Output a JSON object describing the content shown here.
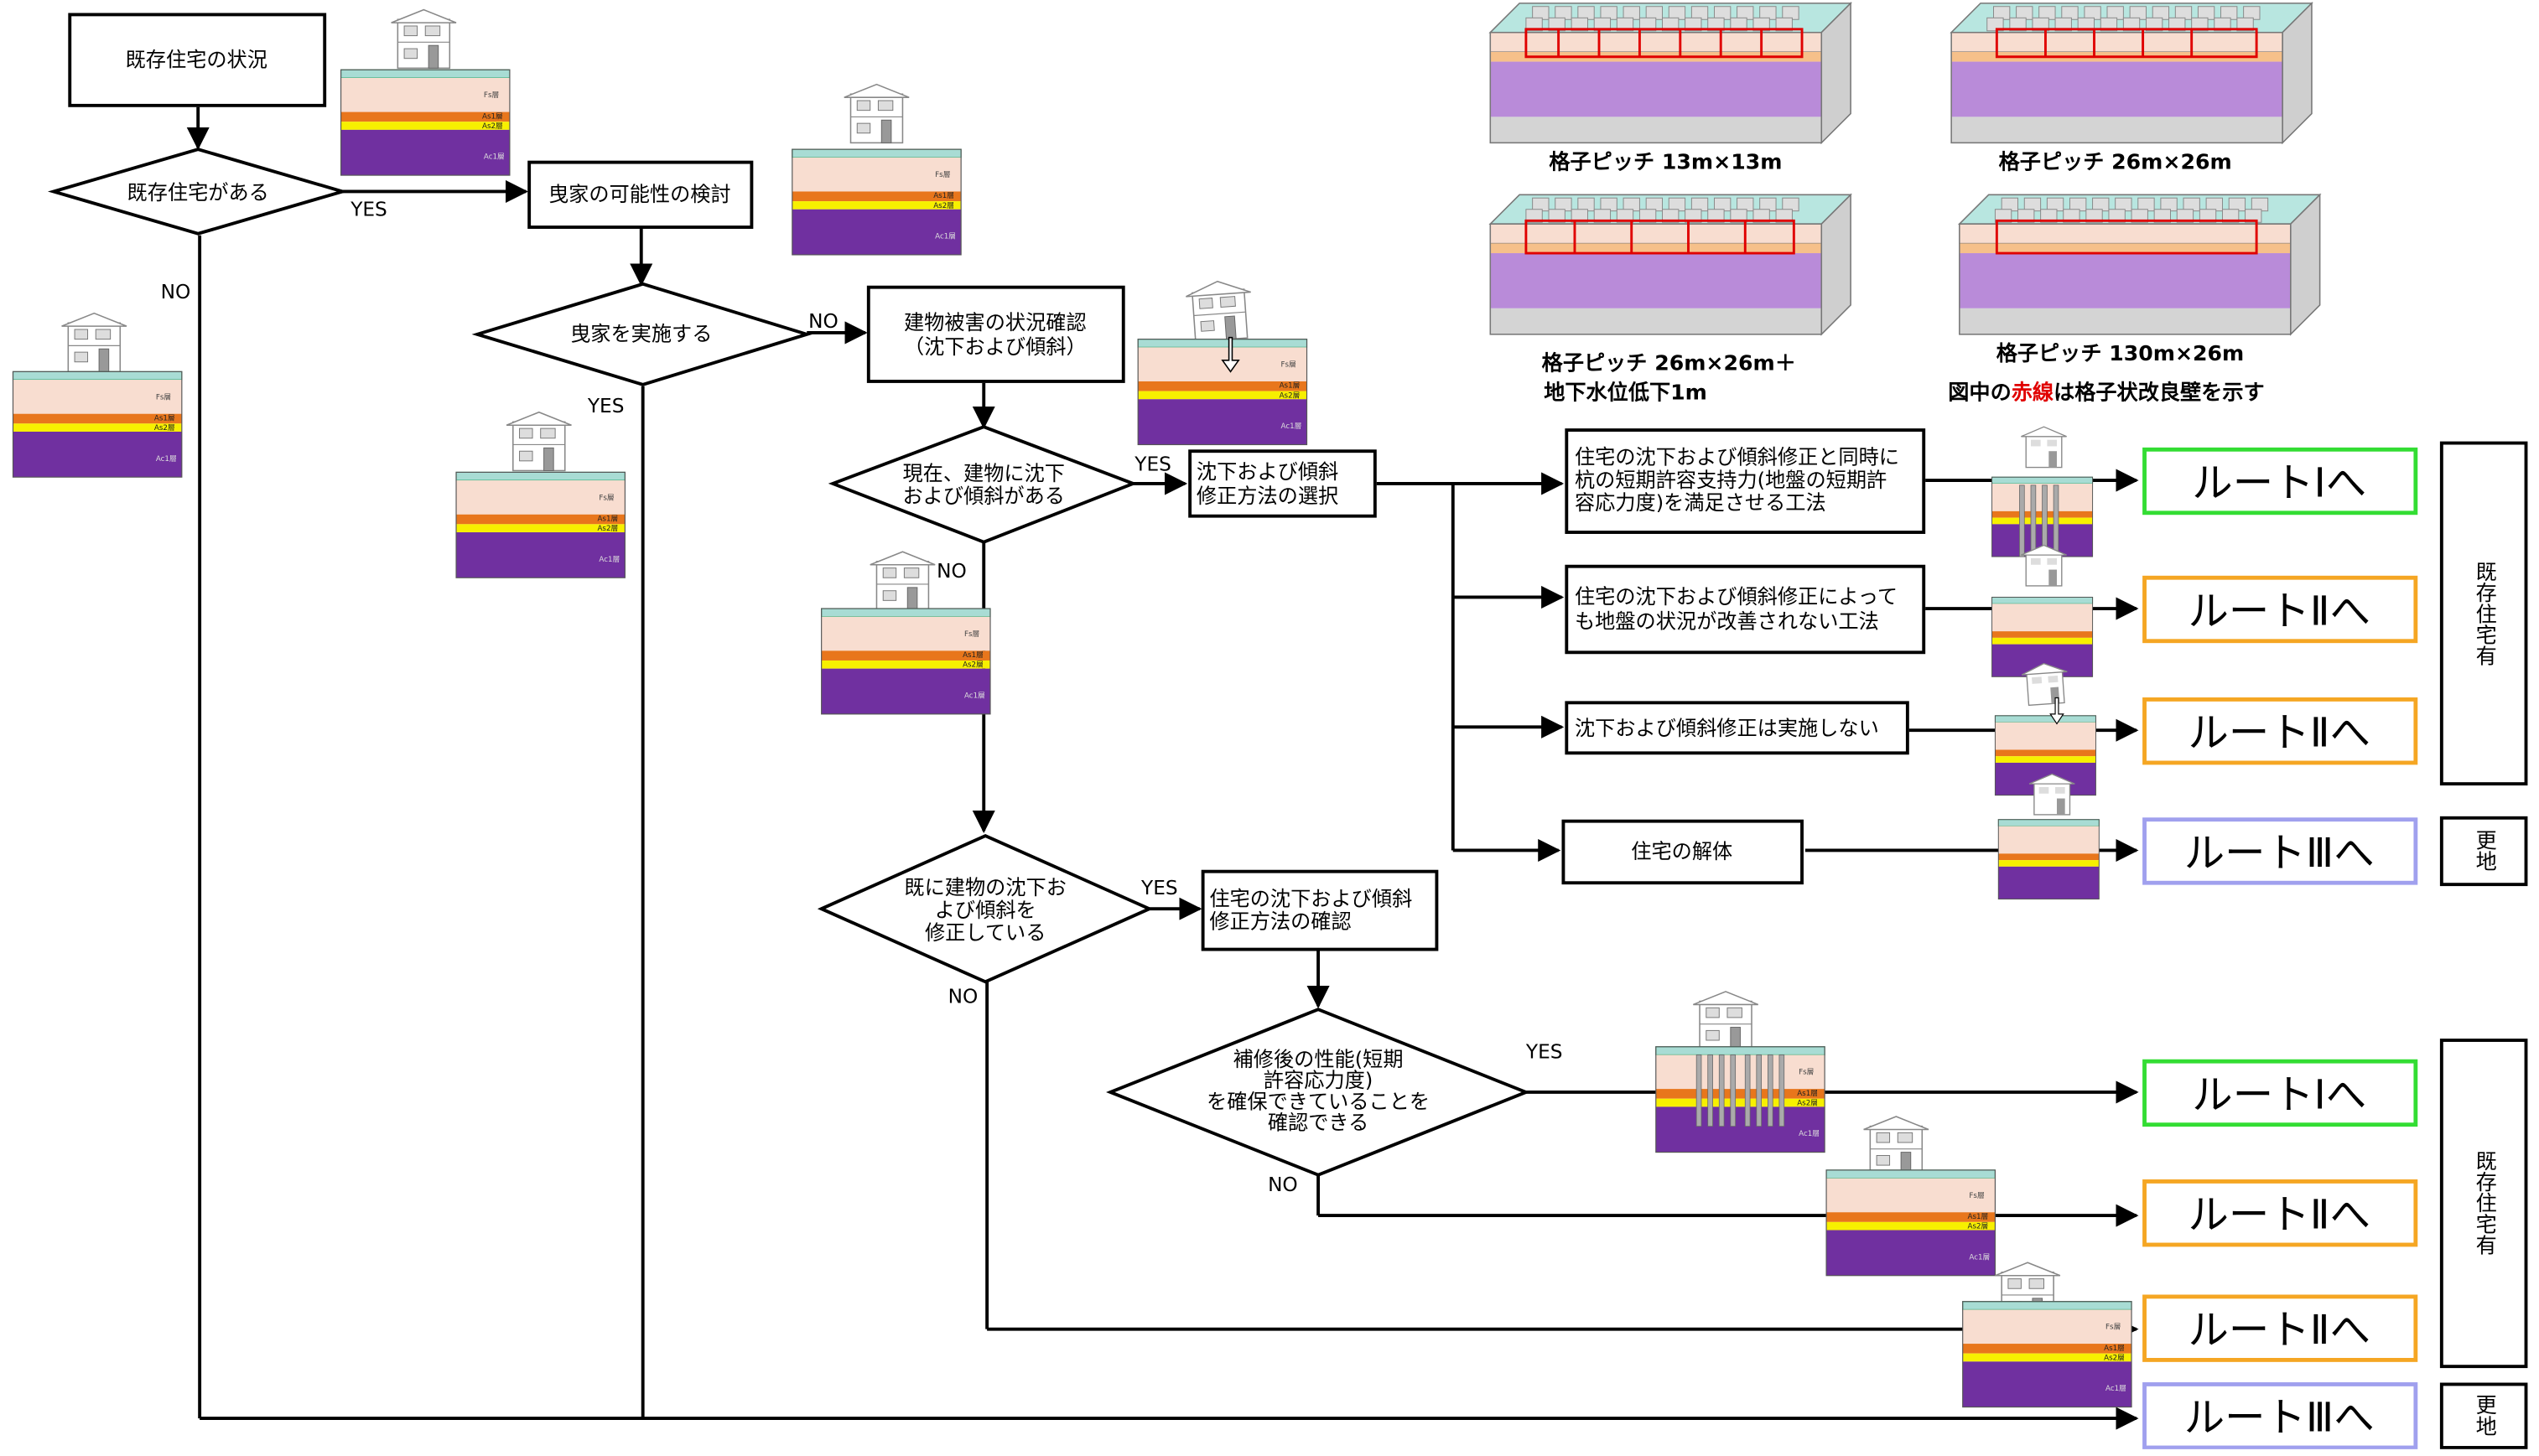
{
  "nodes": {
    "start": "既存住宅の状況",
    "q_existing": "既存住宅がある",
    "consider_hikiya": "曳家の可能性の検討",
    "q_hikiya": "曳家を実施する",
    "damage_check": [
      "建物被害の状況確認",
      "（沈下および傾斜）"
    ],
    "q_current": [
      "現在、建物に沈下",
      "および傾斜がある"
    ],
    "method_select": [
      "沈下および傾斜",
      "修正方法の選択"
    ],
    "opt1": [
      "住宅の沈下および傾斜修正と同時に",
      "杭の短期許容支持力(地盤の短期許",
      "容応力度)を満足させる工法"
    ],
    "opt2": [
      "住宅の沈下および傾斜修正によって",
      "も地盤の状況が改善されない工法"
    ],
    "opt3": "沈下および傾斜修正は実施しない",
    "opt4": "住宅の解体",
    "q_corrected": [
      "既に建物の沈下お",
      "よび傾斜を",
      "修正している"
    ],
    "method_confirm": [
      "住宅の沈下および傾斜",
      "修正方法の確認"
    ],
    "q_performance": [
      "補修後の性能(短期",
      "許容応力度)",
      "を確保できていることを",
      "確認できる"
    ]
  },
  "answers": {
    "yes": "YES",
    "no": "NO"
  },
  "routes": {
    "r1": "ルートⅠへ",
    "r2": "ルートⅡへ",
    "r3": "ルートⅢへ"
  },
  "side_labels": {
    "existing_house": "既存住宅有",
    "vacant_lot": "更地"
  },
  "route_colors": {
    "r1": "#33dd33",
    "r2": "#f5a623",
    "r3": "#a0a0ee"
  },
  "soil_labels": [
    "Fs層",
    "As1層",
    "As2層",
    "Ac1層"
  ],
  "soil_colors": {
    "surface": "#a8dcd4",
    "fs": "#f8ddd0",
    "orange": "#e8761c",
    "yellow": "#f7f000",
    "ac1": "#7030a0"
  },
  "models": {
    "m1": "格子ピッチ 13m×13m",
    "m2": "格子ピッチ 26m×26m",
    "m3": [
      "格子ピッチ 26m×26m＋",
      "地下水位低下1m"
    ],
    "m4": "格子ピッチ 130m×26m",
    "note_pre": "図中の",
    "note_red": "赤線",
    "note_post": "は格子状改良壁を示す",
    "note_red_color": "#e00000"
  }
}
